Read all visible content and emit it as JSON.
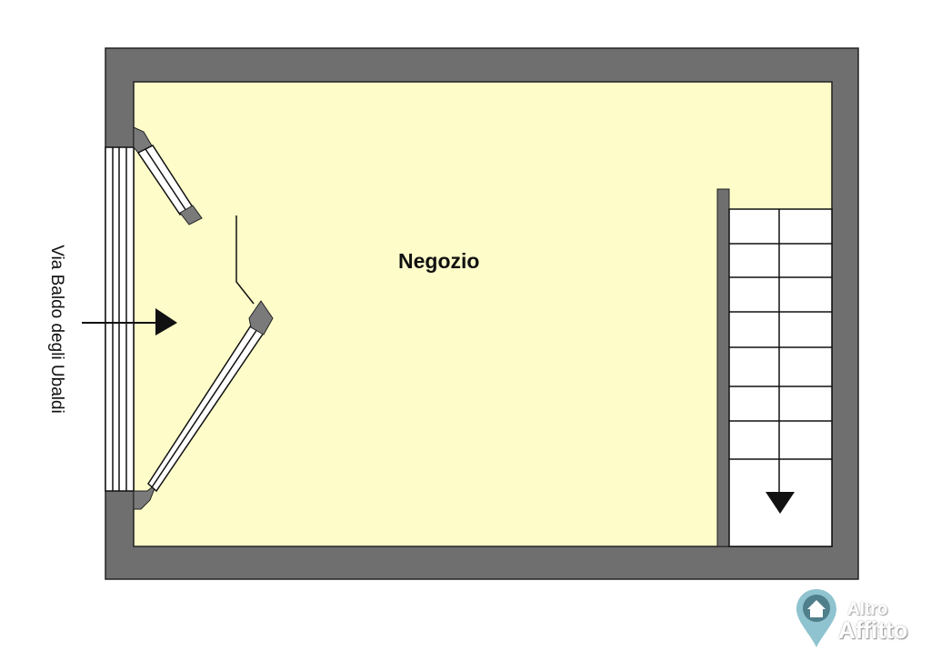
{
  "plan": {
    "room_label": "Negozio",
    "street_label": "Via Baldo degli Ubaldi",
    "colors": {
      "wall": "#6f6f6f",
      "floor": "#fefcc9",
      "stairs": "#ffffff",
      "line": "#111111"
    }
  },
  "logo": {
    "line1": "Altro",
    "line2": "Affitto",
    "color": "#7fb3c2"
  }
}
